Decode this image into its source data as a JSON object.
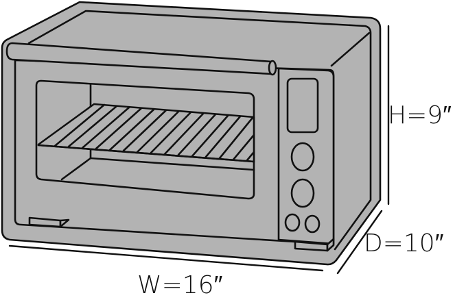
{
  "diagram": {
    "subject": "Countertop toaster oven with dimension callouts",
    "colors": {
      "body_fill": "#b3b3b3",
      "outline": "#111111",
      "background": "#ffffff"
    },
    "dimensions": {
      "height": {
        "label": "H=9″"
      },
      "depth": {
        "label": "D=10″"
      },
      "width": {
        "label": "W=16″"
      }
    },
    "parts": {
      "door_handle": "handle-bar",
      "window": "oven-window",
      "rack": "wire-rack",
      "control_panel": {
        "display": "digital-display",
        "knobs": [
          "large-knob-1",
          "large-knob-2"
        ],
        "buttons": [
          "small-button-1",
          "small-button-2"
        ]
      },
      "feet": [
        "front-left-foot",
        "front-right-foot"
      ]
    }
  }
}
